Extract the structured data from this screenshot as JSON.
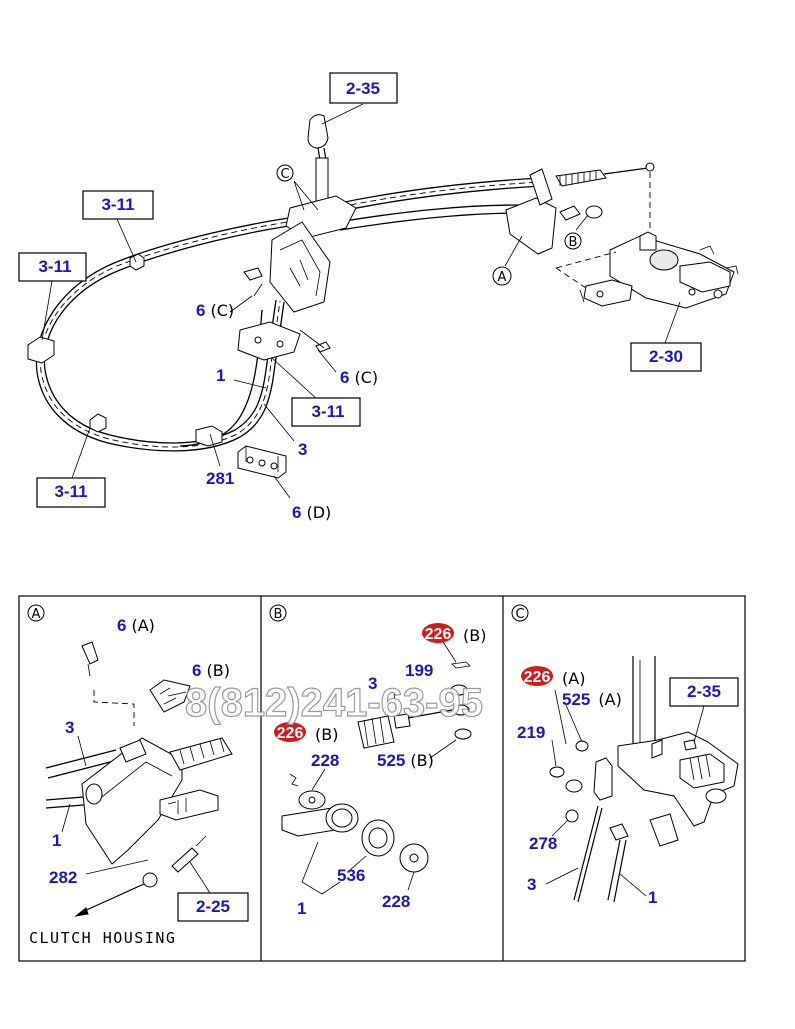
{
  "watermark": "8(812)241-63-95",
  "main": {
    "ref_boxes": [
      "2-35",
      "3-11",
      "3-11",
      "3-11",
      "3-11",
      "2-30"
    ],
    "callouts": {
      "c_6c_a": {
        "num": "6",
        "suf": "(C)"
      },
      "c_6c_b": {
        "num": "6",
        "suf": "(C)"
      },
      "c_1": {
        "num": "1"
      },
      "c_3": {
        "num": "3"
      },
      "c_281": {
        "num": "281"
      },
      "c_6d": {
        "num": "6",
        "suf": "(D)"
      }
    },
    "markers": {
      "c": "C",
      "a": "A",
      "b": "B"
    }
  },
  "detail_a": {
    "header": "A",
    "callouts": {
      "c_6a": {
        "num": "6",
        "suf": "(A)"
      },
      "c_6b": {
        "num": "6",
        "suf": "(B)"
      },
      "c_3": {
        "num": "3"
      },
      "c_1": {
        "num": "1"
      },
      "c_282": {
        "num": "282"
      }
    },
    "ref_box": "2-25",
    "footer": "CLUTCH HOUSING"
  },
  "detail_b": {
    "header": "B",
    "callouts": {
      "c_226a": {
        "badge": "226",
        "suf": "(B)"
      },
      "c_199": {
        "num": "199"
      },
      "c_3": {
        "num": "3"
      },
      "c_226b": {
        "badge": "226",
        "suf": "(B)"
      },
      "c_228a": {
        "num": "228"
      },
      "c_525": {
        "num": "525",
        "suf": "(B)"
      },
      "c_536": {
        "num": "536"
      },
      "c_1": {
        "num": "1"
      },
      "c_228b": {
        "num": "228"
      }
    }
  },
  "detail_c": {
    "header": "C",
    "callouts": {
      "c_226": {
        "badge": "226",
        "suf": "(A)"
      },
      "c_525": {
        "num": "525",
        "suf": "(A)"
      },
      "c_219": {
        "num": "219"
      },
      "c_278": {
        "num": "278"
      },
      "c_3": {
        "num": "3"
      },
      "c_1": {
        "num": "1"
      }
    },
    "ref_box": "2-35"
  }
}
